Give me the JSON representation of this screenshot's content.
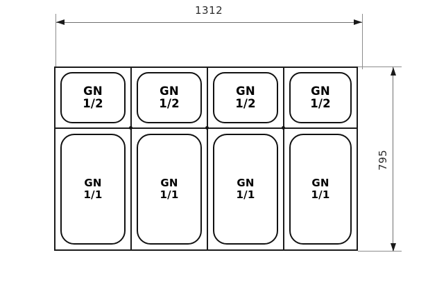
{
  "drawing": {
    "title": "GN pan layout plan view",
    "background_color": "#ffffff",
    "line_color": "#111111",
    "dimension_color": "#2b2b2b"
  },
  "dimensions": {
    "width": {
      "value": "1312",
      "orientation": "horizontal",
      "position": "top"
    },
    "height": {
      "value": "795",
      "orientation": "vertical",
      "position": "right"
    }
  },
  "layout": {
    "columns": 4,
    "rows": 2
  },
  "pans": {
    "top_row": [
      {
        "line1": "GN",
        "line2": "1/2"
      },
      {
        "line1": "GN",
        "line2": "1/2"
      },
      {
        "line1": "GN",
        "line2": "1/2"
      },
      {
        "line1": "GN",
        "line2": "1/2"
      }
    ],
    "bottom_row": [
      {
        "line1": "GN",
        "line2": "1/1"
      },
      {
        "line1": "GN",
        "line2": "1/1"
      },
      {
        "line1": "GN",
        "line2": "1/1"
      },
      {
        "line1": "GN",
        "line2": "1/1"
      }
    ]
  }
}
